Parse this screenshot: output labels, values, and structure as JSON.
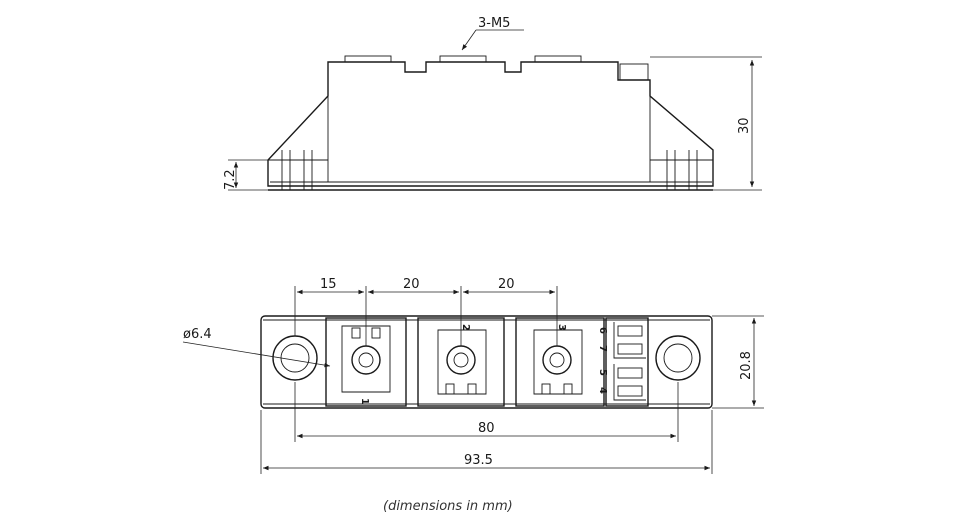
{
  "side_view": {
    "callout": "3-M5",
    "height_total": "30",
    "flange_height": "7.2"
  },
  "top_view": {
    "pitch_1": "15",
    "pitch_2": "20",
    "pitch_3": "20",
    "hole_diameter": "ø6.4",
    "width": "20.8",
    "hole_spacing": "80",
    "length": "93.5",
    "pins": {
      "p1": "1",
      "p2": "2",
      "p3": "3",
      "p4": "4",
      "p5": "5",
      "p6": "6",
      "p7": "7"
    }
  },
  "caption": "(dimensions in mm)"
}
